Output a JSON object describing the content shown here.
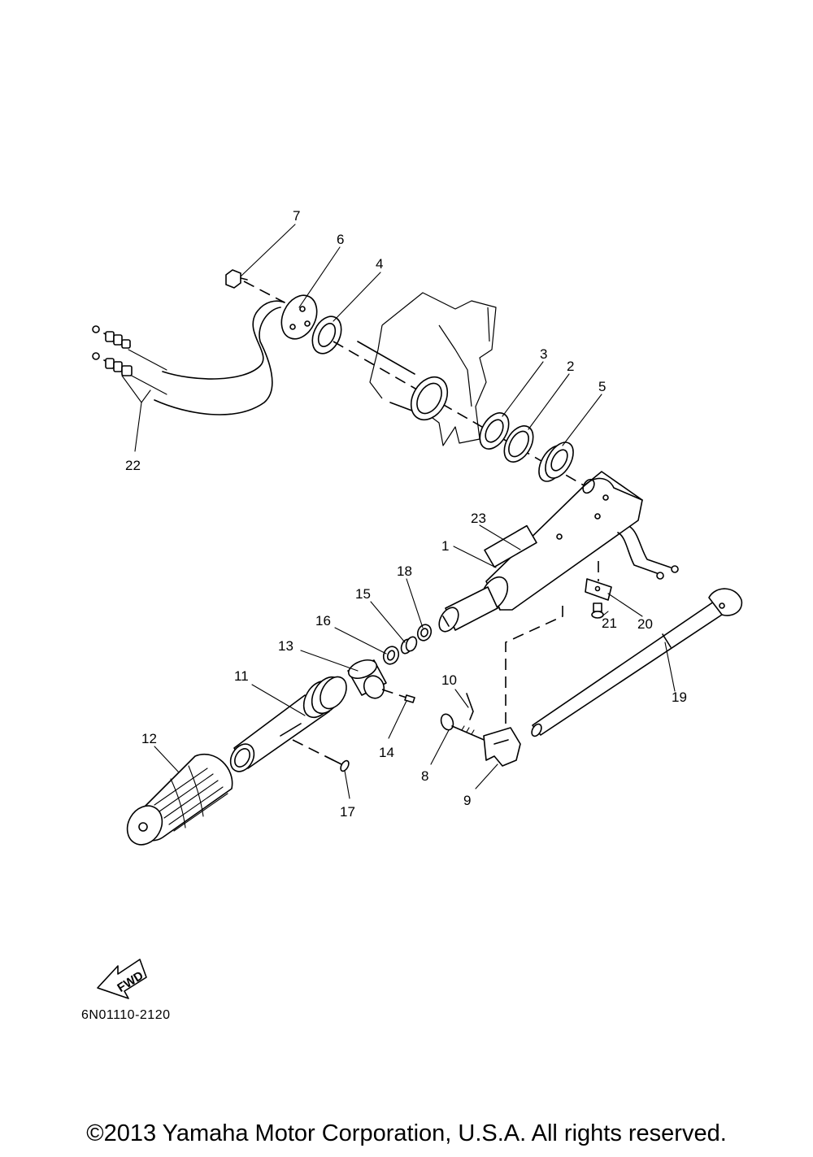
{
  "callouts": {
    "c1": "1",
    "c2": "2",
    "c3": "3",
    "c4": "4",
    "c5": "5",
    "c6": "6",
    "c7": "7",
    "c8": "8",
    "c9": "9",
    "c10": "10",
    "c11": "11",
    "c12": "12",
    "c13": "13",
    "c14": "14",
    "c15": "15",
    "c16": "16",
    "c17": "17",
    "c18": "18",
    "c19": "19",
    "c20": "20",
    "c21": "21",
    "c22": "22",
    "c23": "23"
  },
  "fwd_label": "FWD",
  "part_code": "6N01110-2120",
  "copyright": "©2013 Yamaha Motor Corporation, U.S.A. All rights reserved."
}
